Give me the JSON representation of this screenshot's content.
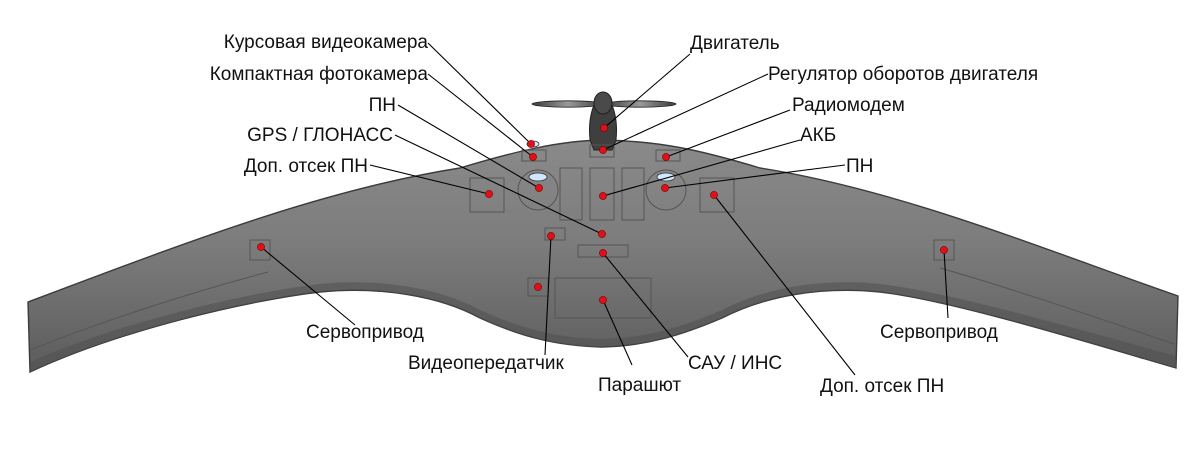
{
  "labels": {
    "camera_course": "Курсовая видеокамера",
    "camera_photo": "Компактная фотокамера",
    "payload_top": "ПН",
    "gps": "GPS / ГЛОНАСС",
    "extra_bay_left": "Доп. отсек ПН",
    "engine": "Двигатель",
    "esc": "Регулятор оборотов двигателя",
    "radiomodem": "Радиомодем",
    "battery": "АКБ",
    "payload_right": "ПН",
    "servo_left": "Сервопривод",
    "video_tx": "Видеопередатчик",
    "parachute": "Парашют",
    "autopilot": "САУ / ИНС",
    "extra_bay_right": "Доп. отсек ПН",
    "servo_right": "Сервопривод"
  },
  "colors": {
    "wing_light": "#9a9a9a",
    "wing_dark": "#5e5e5e",
    "marker": "#e0101a",
    "leader": "#000000"
  }
}
